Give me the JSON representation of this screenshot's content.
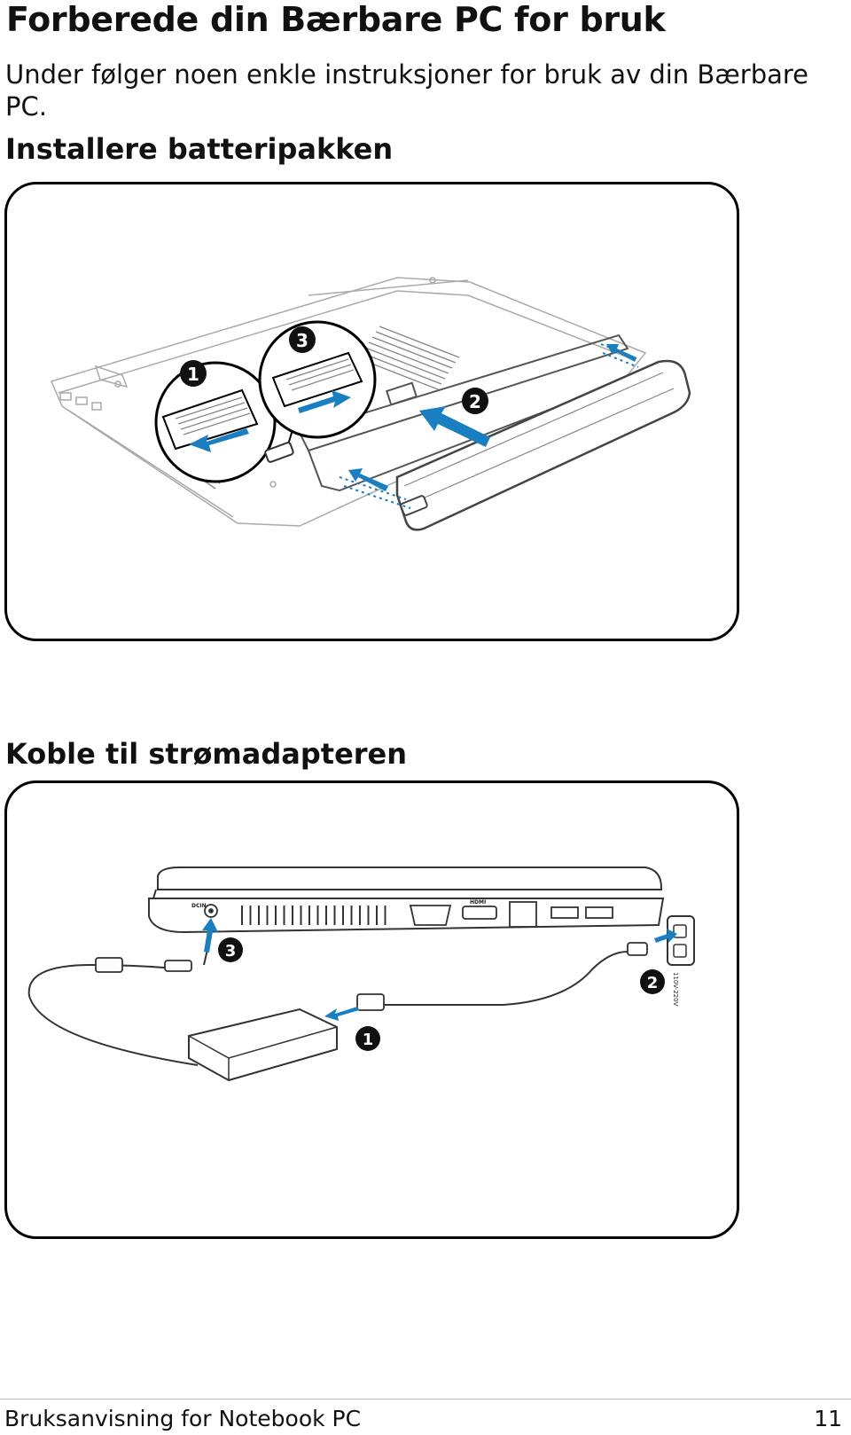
{
  "page": {
    "title": "Forberede din Bærbare PC for bruk",
    "intro": "Under følger noen enkle instruksjoner for bruk av din Bærbare PC."
  },
  "sections": [
    {
      "heading": "Installere batteripakken",
      "steps": [
        "1",
        "2",
        "3"
      ]
    },
    {
      "heading": "Koble til strømadapteren",
      "steps": [
        "1",
        "2",
        "3"
      ],
      "port_labels": {
        "dcin": "DCIN",
        "hdmi": "HDMI",
        "voltage": "110V-220V"
      }
    }
  ],
  "footer": {
    "manual_title": "Bruksanvisning for Notebook PC",
    "page_number": "11"
  },
  "colors": {
    "accent": "#1a7fc1",
    "line": "#555555",
    "light_line": "#aaaaaa"
  }
}
